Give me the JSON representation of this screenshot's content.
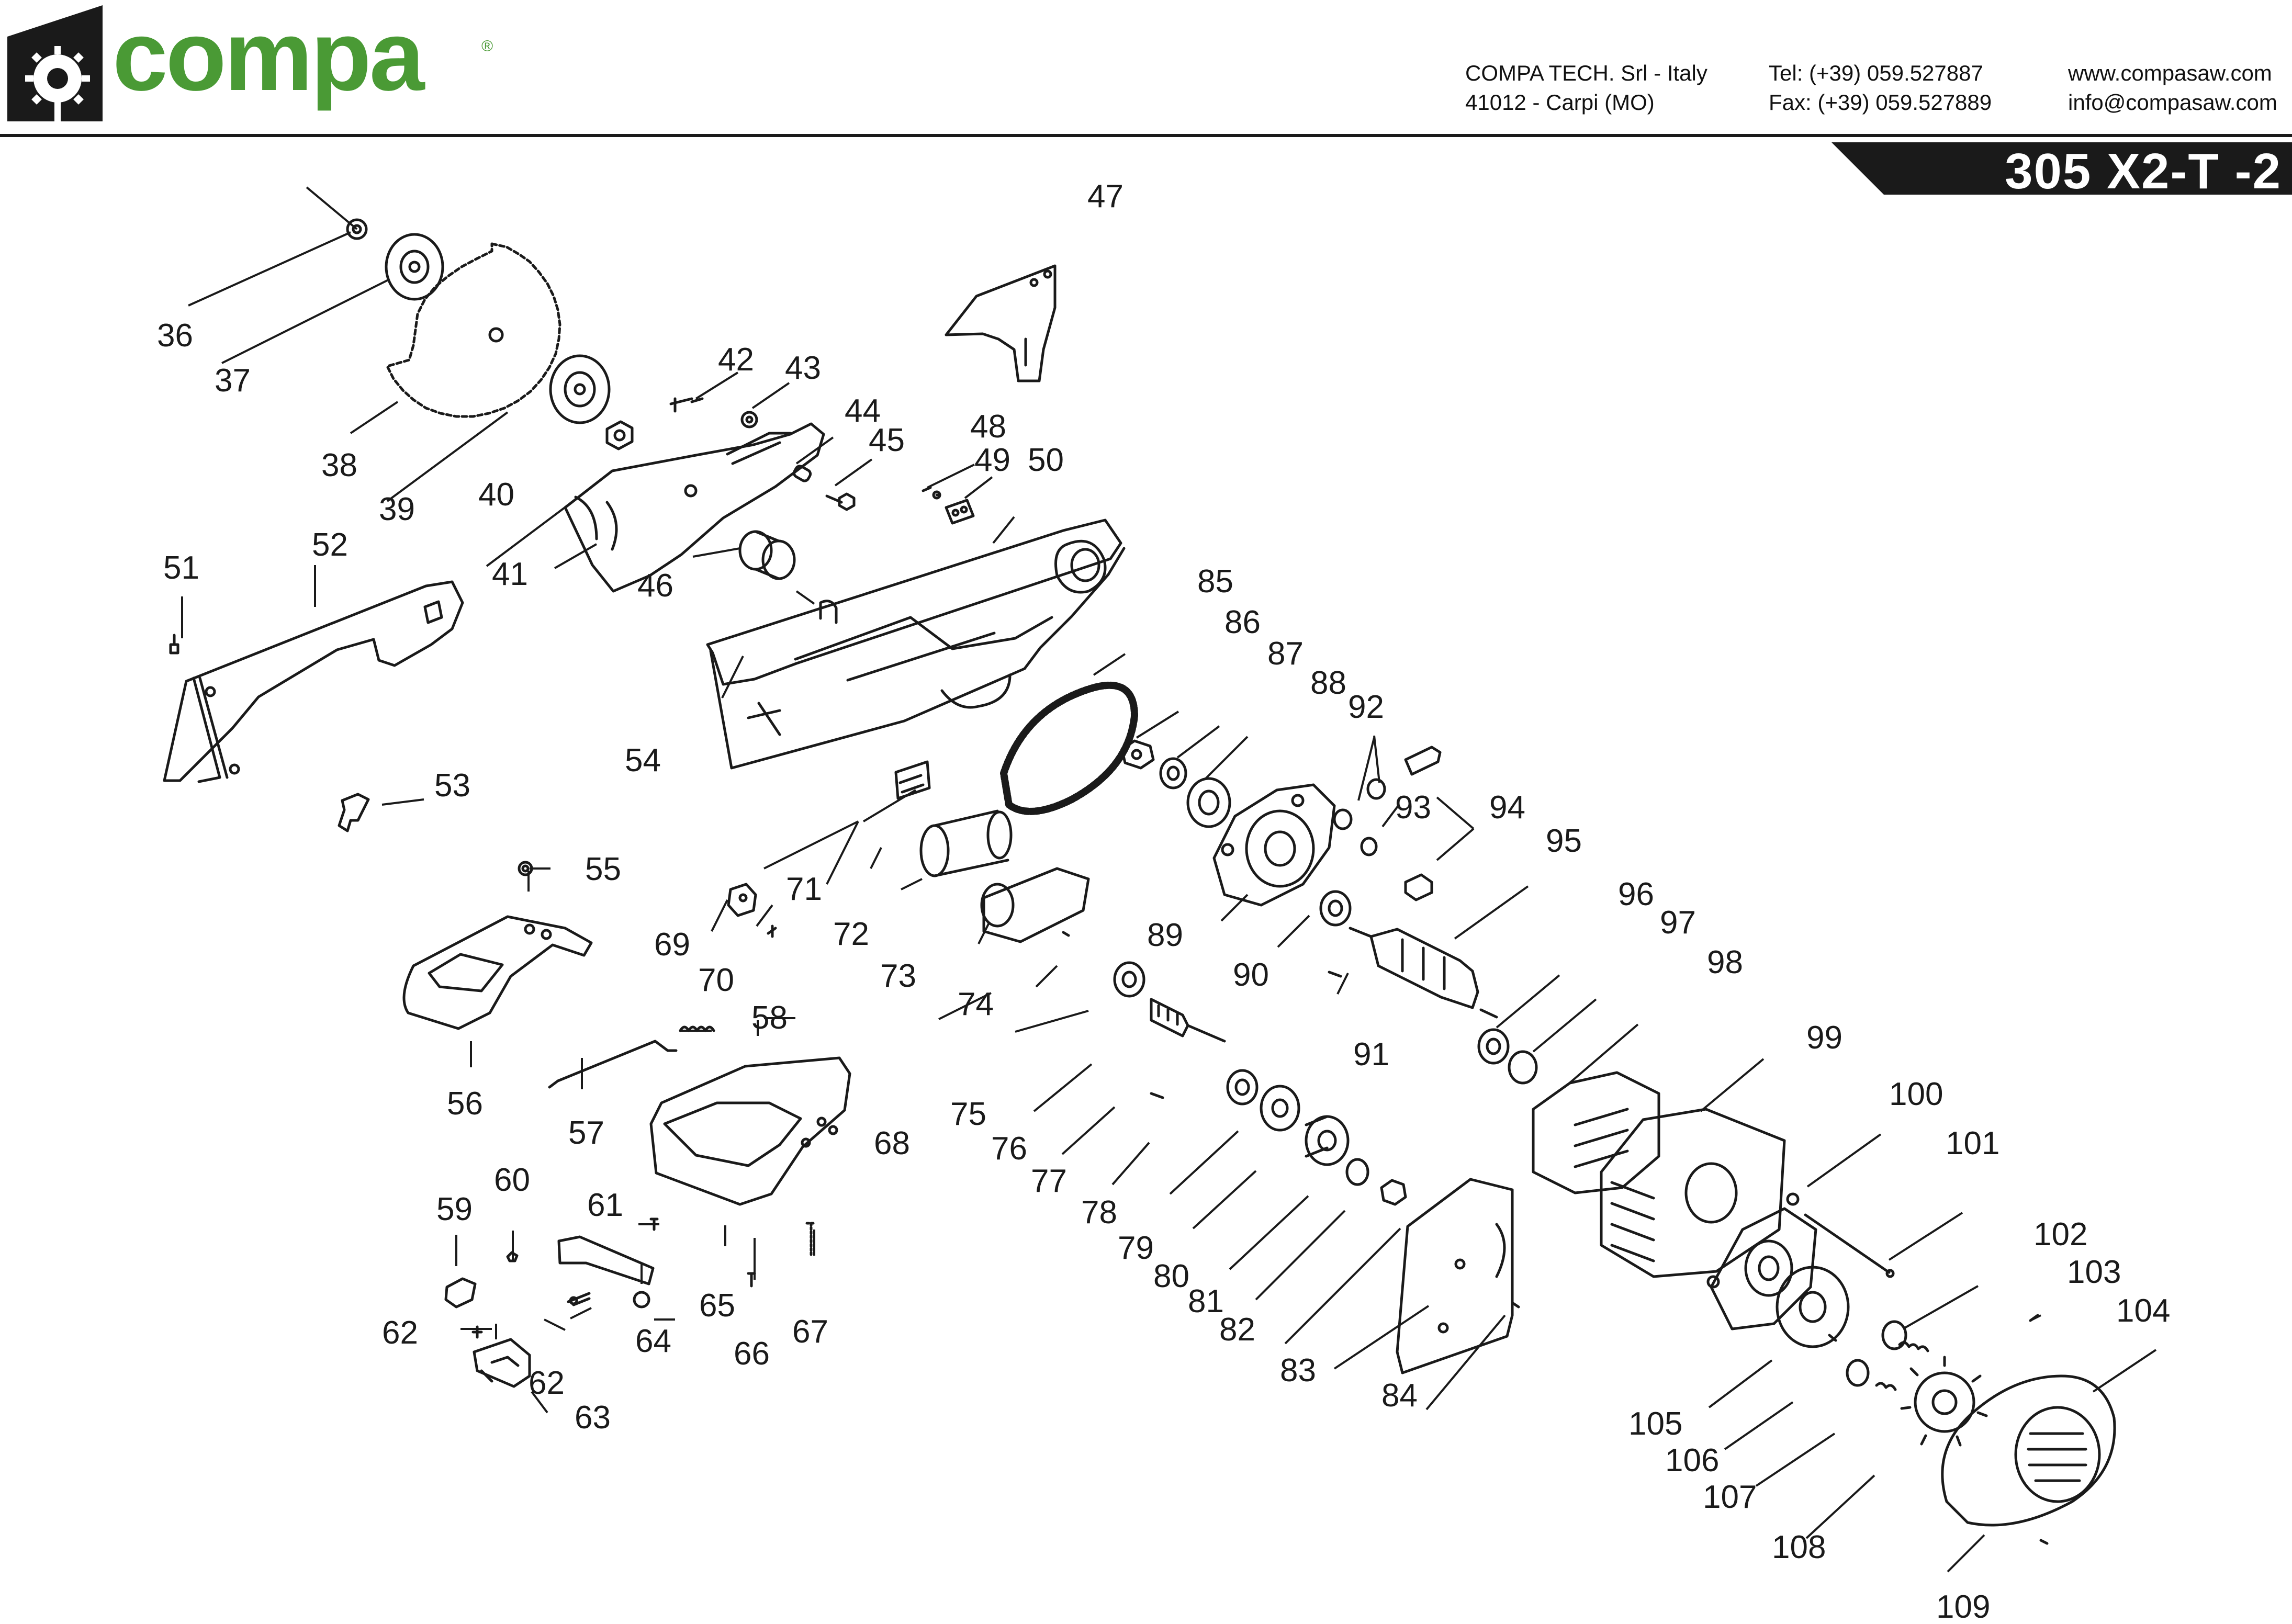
{
  "brand": {
    "name": "compa",
    "reg_mark": "®"
  },
  "contact": {
    "company": [
      "COMPA TECH. Srl - Italy",
      "41012 - Carpi (MO)"
    ],
    "phone": [
      "Tel: (+39) 059.527887",
      "Fax: (+39) 059.527889"
    ],
    "web": [
      "www.compasaw.com",
      "info@compasaw.com"
    ]
  },
  "model": "305 X2-T -2",
  "colors": {
    "brand_green": "#4a9a35",
    "banner": "#1a1a1a",
    "line": "#1a1a1a"
  },
  "part_numbers": [
    "36",
    "37",
    "38",
    "39",
    "40",
    "41",
    "42",
    "43",
    "44",
    "45",
    "46",
    "47",
    "48",
    "49",
    "50",
    "51",
    "52",
    "53",
    "54",
    "55",
    "56",
    "57",
    "58",
    "59",
    "60",
    "61",
    "62",
    "63",
    "64",
    "65",
    "66",
    "67",
    "68",
    "69",
    "70",
    "71",
    "72",
    "73",
    "74",
    "75",
    "76",
    "77",
    "78",
    "79",
    "80",
    "81",
    "82",
    "83",
    "84",
    "85",
    "86",
    "87",
    "88",
    "89",
    "90",
    "91",
    "92",
    "93",
    "94",
    "95",
    "96",
    "97",
    "98",
    "99",
    "100",
    "101",
    "102",
    "103",
    "104",
    "105",
    "106",
    "107",
    "108",
    "109"
  ],
  "second_62": "62"
}
